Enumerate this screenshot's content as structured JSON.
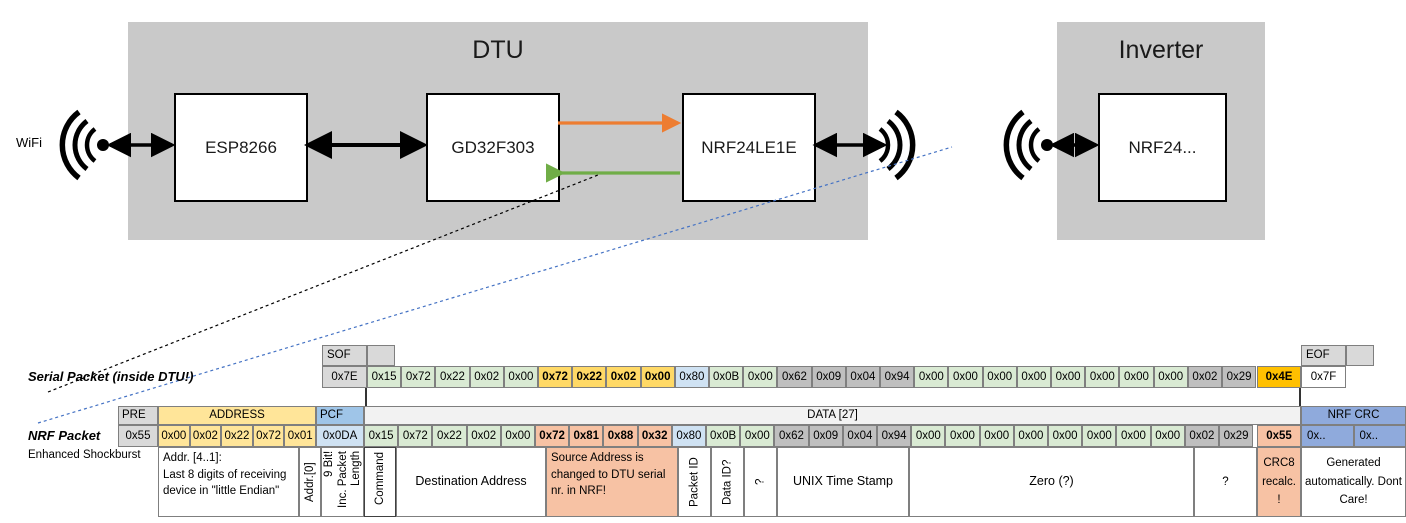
{
  "diagram": {
    "dtu": {
      "title": "DTU",
      "chips": [
        "ESP8266",
        "GD32F303",
        "NRF24LE1E"
      ],
      "wifi_label": "WiFi",
      "arrow_tx_color": "#ed7d31",
      "arrow_rx_color": "#70ad47"
    },
    "inverter": {
      "title": "Inverter",
      "chip": "NRF24..."
    },
    "enclosure_color": "#c9c9c9"
  },
  "serial_packet": {
    "row_label": "Serial Packet (inside DTU!)",
    "sof_header": "SOF",
    "eof_header": "EOF",
    "sof_value": "0x7E",
    "eof_value": "0x7F",
    "crc_value": "0x4E",
    "bytes": [
      {
        "v": "0x15",
        "c": "green"
      },
      {
        "v": "0x72",
        "c": "green"
      },
      {
        "v": "0x22",
        "c": "green"
      },
      {
        "v": "0x02",
        "c": "green"
      },
      {
        "v": "0x00",
        "c": "green"
      },
      {
        "v": "0x72",
        "c": "yellow",
        "b": true
      },
      {
        "v": "0x22",
        "c": "yellow",
        "b": true
      },
      {
        "v": "0x02",
        "c": "yellow",
        "b": true
      },
      {
        "v": "0x00",
        "c": "yellow",
        "b": true
      },
      {
        "v": "0x80",
        "c": "blue"
      },
      {
        "v": "0x0B",
        "c": "green"
      },
      {
        "v": "0x00",
        "c": "green"
      },
      {
        "v": "0x62",
        "c": "gray"
      },
      {
        "v": "0x09",
        "c": "gray"
      },
      {
        "v": "0x04",
        "c": "gray"
      },
      {
        "v": "0x94",
        "c": "gray"
      },
      {
        "v": "0x00",
        "c": "green"
      },
      {
        "v": "0x00",
        "c": "green"
      },
      {
        "v": "0x00",
        "c": "green"
      },
      {
        "v": "0x00",
        "c": "green"
      },
      {
        "v": "0x00",
        "c": "green"
      },
      {
        "v": "0x00",
        "c": "green"
      },
      {
        "v": "0x00",
        "c": "green"
      },
      {
        "v": "0x00",
        "c": "green"
      },
      {
        "v": "0x02",
        "c": "gray"
      },
      {
        "v": "0x29",
        "c": "gray"
      }
    ]
  },
  "nrf_packet": {
    "row_label": "NRF Packet",
    "row_sublabel": "Enhanced Shockburst",
    "headers": {
      "pre": "PRE",
      "address": "ADDRESS",
      "pcf": "PCF",
      "data": "DATA [27]",
      "crc": "NRF CRC"
    },
    "pre_value": "0x55",
    "address_values": [
      "0x00",
      "0x02",
      "0x22",
      "0x72",
      "0x01"
    ],
    "pcf_value": "0x0DA",
    "crc_values": [
      "0x..",
      "0x.."
    ],
    "crc8_value": "0x55",
    "bytes": [
      {
        "v": "0x15",
        "c": "green"
      },
      {
        "v": "0x72",
        "c": "green"
      },
      {
        "v": "0x22",
        "c": "green"
      },
      {
        "v": "0x02",
        "c": "green"
      },
      {
        "v": "0x00",
        "c": "green"
      },
      {
        "v": "0x72",
        "c": "salmon",
        "b": true
      },
      {
        "v": "0x81",
        "c": "salmon",
        "b": true
      },
      {
        "v": "0x88",
        "c": "salmon",
        "b": true
      },
      {
        "v": "0x32",
        "c": "salmon",
        "b": true
      },
      {
        "v": "0x80",
        "c": "blue"
      },
      {
        "v": "0x0B",
        "c": "green"
      },
      {
        "v": "0x00",
        "c": "green"
      },
      {
        "v": "0x62",
        "c": "gray"
      },
      {
        "v": "0x09",
        "c": "gray"
      },
      {
        "v": "0x04",
        "c": "gray"
      },
      {
        "v": "0x94",
        "c": "gray"
      },
      {
        "v": "0x00",
        "c": "green"
      },
      {
        "v": "0x00",
        "c": "green"
      },
      {
        "v": "0x00",
        "c": "green"
      },
      {
        "v": "0x00",
        "c": "green"
      },
      {
        "v": "0x00",
        "c": "green"
      },
      {
        "v": "0x00",
        "c": "green"
      },
      {
        "v": "0x00",
        "c": "green"
      },
      {
        "v": "0x00",
        "c": "green"
      },
      {
        "v": "0x02",
        "c": "gray"
      },
      {
        "v": "0x29",
        "c": "gray"
      }
    ],
    "annotations": {
      "address": "Addr. [4..1]:\nLast 8 digits of receiving device in \"little Endian\"",
      "addr0": "Addr.[0]",
      "pcf_a": "9 Bit!",
      "pcf_b": "Inc. Packet",
      "pcf_c": "Length",
      "command": "Command",
      "destination": "Destination Address",
      "source": "Source Address is changed to DTU serial nr. in NRF!",
      "packet_id": "Packet ID",
      "data_id": "Data ID?",
      "unknown1": "?",
      "timestamp": "UNIX Time Stamp",
      "zero": "Zero (?)",
      "unknown2": "?",
      "crc8": "CRC8 recalc. !",
      "nrf_crc": "Generated automatically. Dont Care!"
    }
  },
  "colors": {
    "green": "#d9ead3",
    "yellow": "#ffd966",
    "blue": "#cfe2f3",
    "gray": "#bfbfbf",
    "salmon": "#f7c2a4",
    "orange": "#ffc000",
    "header_gray": "#d9d9d9",
    "header_yellow": "#ffe599",
    "header_blue": "#9fc5e8",
    "crc_blue": "#8faadc",
    "data_gray": "#f2f2f2"
  }
}
